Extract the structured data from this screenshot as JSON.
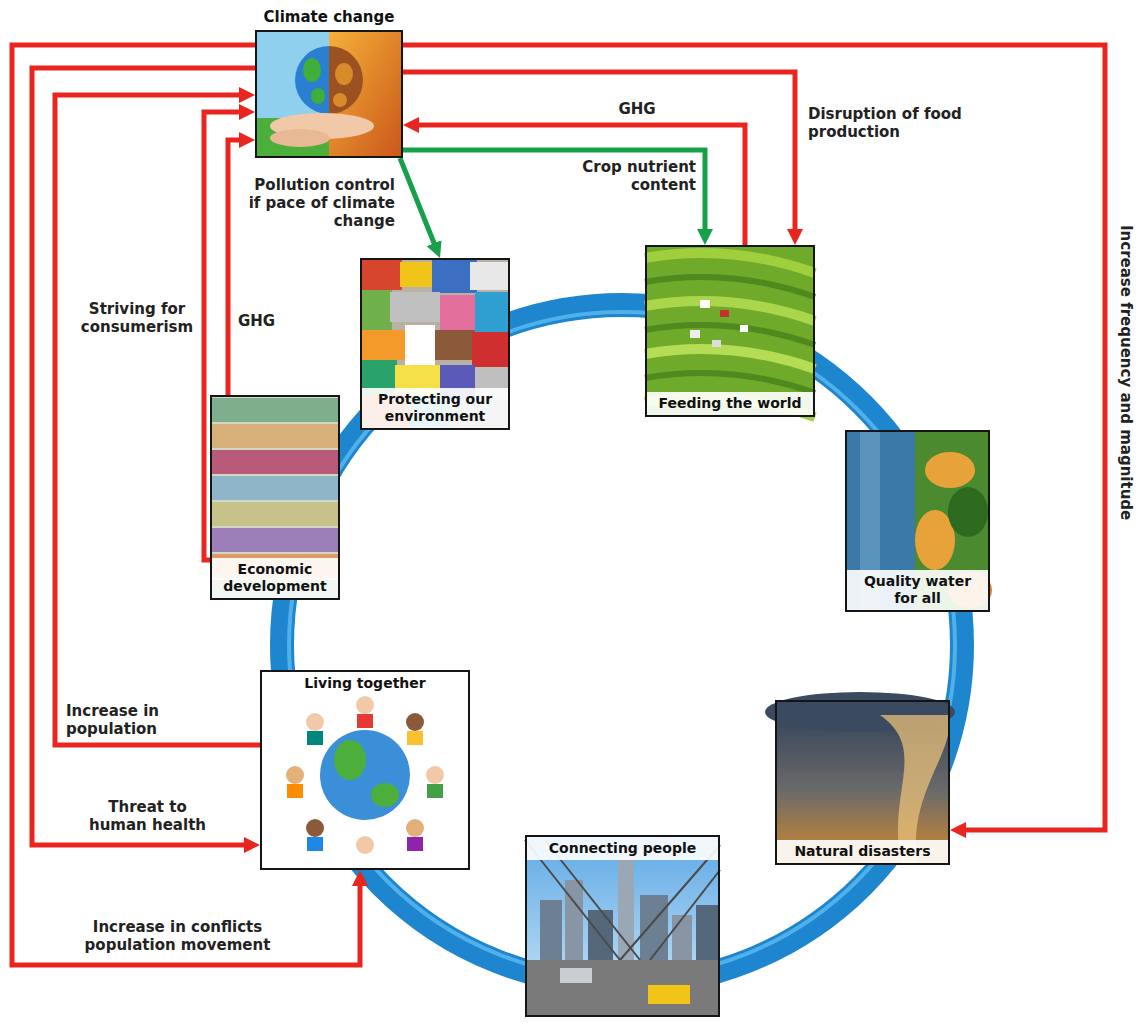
{
  "diagram": {
    "nodes": [
      {
        "text": [
          "Climate change"
        ]
      },
      {
        "text": [
          "Protecting our environment"
        ]
      },
      {
        "text": [
          "Feeding the world"
        ]
      },
      {
        "text": [
          "Quality water for all"
        ]
      },
      {
        "text": [
          "Natural disasters"
        ]
      },
      {
        "text": [
          "Connecting people"
        ]
      },
      {
        "text": [
          "Living together"
        ]
      },
      {
        "text": [
          "Economic development"
        ]
      }
    ],
    "edges": [
      {
        "from": 0,
        "to": 4,
        "label": "Increase frequency and magnitude",
        "arrow": "to"
      },
      {
        "from": 0,
        "to": 2,
        "label": "Disruption of food production",
        "arrow": "to"
      },
      {
        "from": 2,
        "to": 0,
        "label": "GHG",
        "arrow": "to"
      },
      {
        "from": 0,
        "to": 2,
        "label": "Crop nutrient content",
        "arrow": "to"
      },
      {
        "from": 0,
        "to": 1,
        "label": "Pollution control if pace of climate change",
        "arrow": "to"
      },
      {
        "from": 7,
        "to": 0,
        "label": "GHG",
        "arrow": "to"
      },
      {
        "from": 7,
        "to": 0,
        "label": "Striving for consumerism",
        "arrow": "to"
      },
      {
        "from": 6,
        "to": 0,
        "label": "Increase in population",
        "arrow": "to"
      },
      {
        "from": 0,
        "to": 6,
        "label": "Threat to human health",
        "arrow": "to"
      },
      {
        "from": 0,
        "to": 6,
        "label": "Increase in conflicts population movement",
        "arrow": "to"
      }
    ]
  }
}
